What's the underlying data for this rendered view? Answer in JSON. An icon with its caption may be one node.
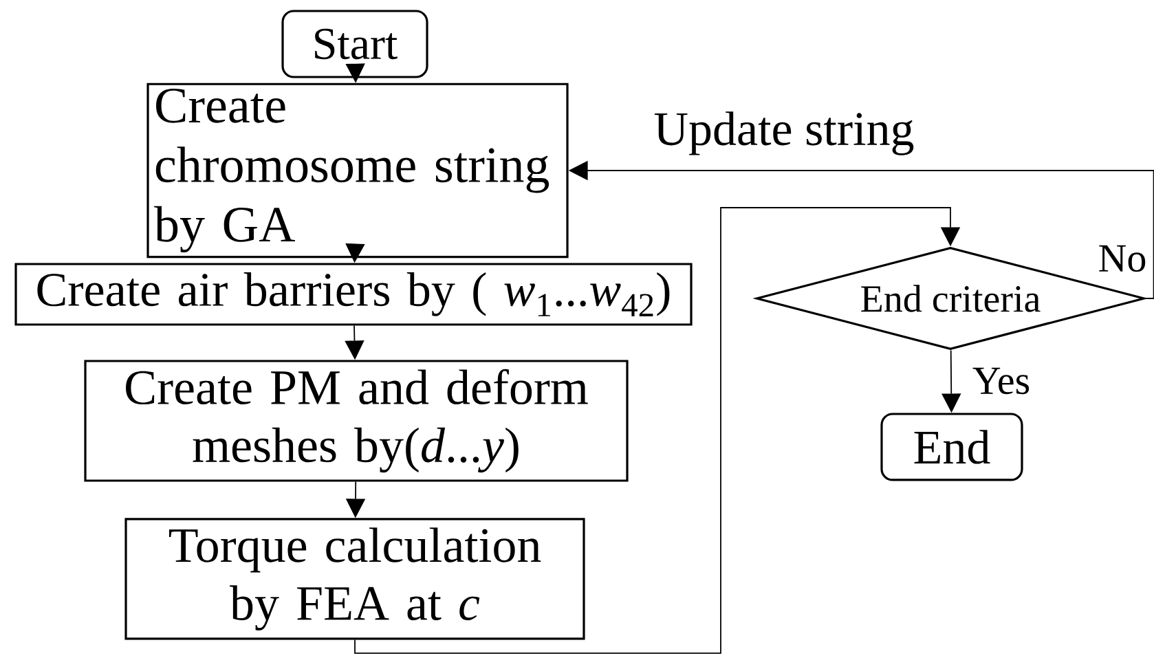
{
  "diagram": {
    "nodes": [
      {
        "text": [
          "Start"
        ]
      },
      {
        "text": [
          "Create chromosome string by GA"
        ]
      },
      {
        "text": [
          "Create air barriers by ( *w*$_{1}$...*w*$_{42}$)"
        ]
      },
      {
        "text": [
          "Create PM and deform meshes by(*d*...*y*)"
        ]
      },
      {
        "text": [
          "Torque calculation by FEA at *c*"
        ]
      },
      {
        "text": [
          "End criteria"
        ]
      },
      {
        "text": [
          "End"
        ]
      }
    ],
    "edges": [
      {
        "from": 0,
        "to": 1,
        "arrow": "to"
      },
      {
        "from": 1,
        "to": 2,
        "arrow": "to"
      },
      {
        "from": 2,
        "to": 3,
        "arrow": "to"
      },
      {
        "from": 3,
        "to": 4,
        "arrow": "to"
      },
      {
        "from": 4,
        "to": 5,
        "arrow": "to"
      },
      {
        "from": 5,
        "to": 6,
        "arrow": "to",
        "label": "Yes"
      },
      {
        "from": 5,
        "to": 1,
        "arrow": "to",
        "label": "No"
      }
    ],
    "labels": [
      "Update string"
    ]
  }
}
